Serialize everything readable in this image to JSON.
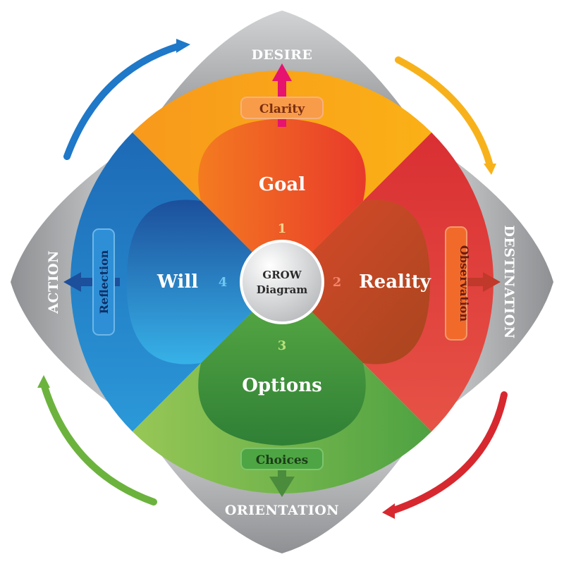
{
  "center": {
    "line1": "GROW",
    "line2": "Diagram"
  },
  "sectors": {
    "goal": {
      "title": "Goal",
      "number": "1",
      "color": "#f7941d"
    },
    "reality": {
      "title": "Reality",
      "number": "2",
      "color": "#e84c3d"
    },
    "options": {
      "title": "Options",
      "number": "3",
      "color": "#5aac44"
    },
    "will": {
      "title": "Will",
      "number": "4",
      "color": "#1f78c8"
    }
  },
  "badges": {
    "top": "Clarity",
    "right": "Observation",
    "bottom": "Choices",
    "left": "Reflection"
  },
  "outer": {
    "top": "DESIRE",
    "right": "DESTINATION",
    "bottom": "ORIENTATION",
    "left": "ACTION"
  },
  "colors": {
    "grey_leaf": "#a7a9ac",
    "arrow_blue": "#1f78c8",
    "arrow_yellow": "#f7b21b",
    "arrow_red": "#d7282f",
    "arrow_green": "#6cb33e",
    "pink_arrow": "#e6136f"
  }
}
